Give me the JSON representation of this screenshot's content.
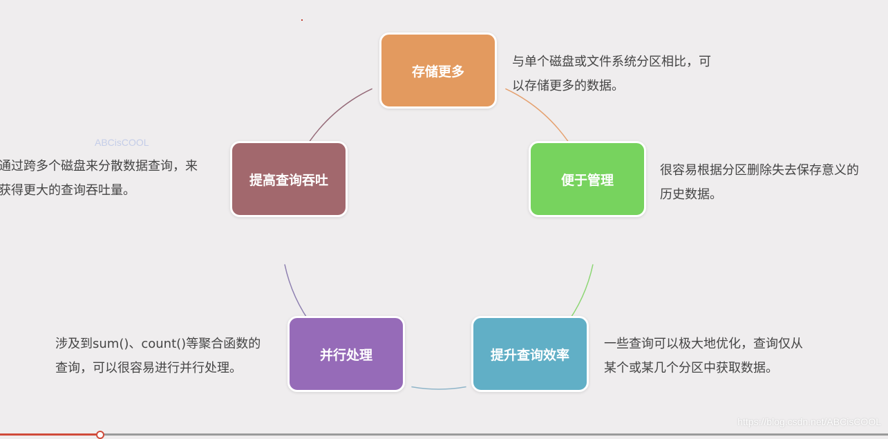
{
  "watermark": "ABCisCOOL",
  "source_url": "https://blog.csdn.net/ABCisCOOL",
  "playback": {
    "progress_fraction": 0.113
  },
  "nodes": [
    {
      "id": "storage",
      "label": "存储更多",
      "color": "#e39a5f",
      "description": "与单个磁盘或文件系统分区相比，可\n以存储更多的数据。"
    },
    {
      "id": "management",
      "label": "便于管理",
      "color": "#77d35e",
      "description": "很容易根据分区删除失去保存意义的\n历史数据。"
    },
    {
      "id": "efficiency",
      "label": "提升查询效率",
      "color": "#61afc6",
      "description": "一些查询可以极大地优化，查询仅从\n某个或某几个分区中获取数据。"
    },
    {
      "id": "parallel",
      "label": "并行处理",
      "color": "#966bb8",
      "description": "涉及到sum()、count()等聚合函数的\n查询，可以很容易进行并行处理。"
    },
    {
      "id": "throughput",
      "label": "提高查询吞吐",
      "color": "#a2686d",
      "description": "通过跨多个磁盘来分散数据查询，来\n获得更大的查询吞吐量。"
    }
  ],
  "ring_colors": [
    "#e5a06e",
    "#8bd672",
    "#8fb5c9",
    "#8d7fb0",
    "#956a78"
  ]
}
